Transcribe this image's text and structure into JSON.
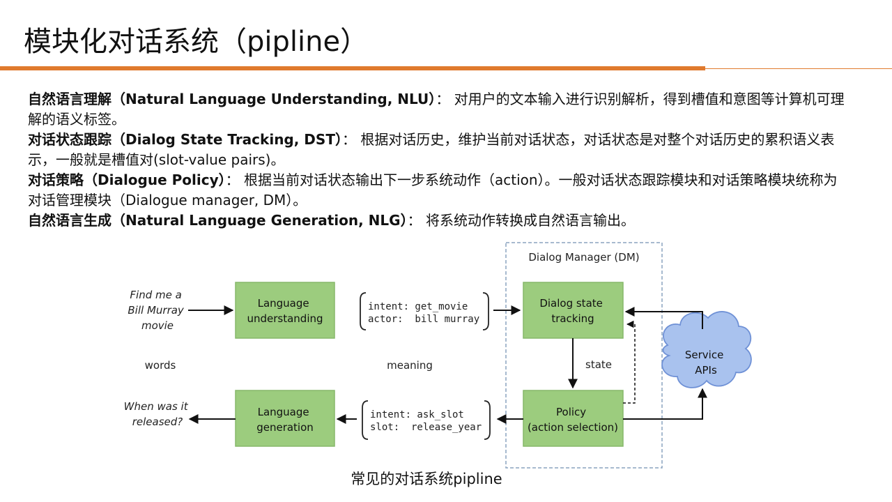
{
  "title": "模块化对话系统（pipline）",
  "colors": {
    "accent": "#e07a2e",
    "box_fill": "#9ccc7e",
    "box_stroke": "#86b86a",
    "cloud_fill": "#a9c2ee",
    "cloud_stroke": "#6f91d6",
    "dm_border": "#8aa3bf",
    "arrow": "#111111"
  },
  "items": [
    {
      "term": "自然语言理解（Natural Language Understanding, NLU）",
      "sep": "： ",
      "desc": "对用户的文本输入进行识别解析，得到槽值和意图等计算机可理解的语义标签。"
    },
    {
      "term": "对话状态跟踪（Dialog State Tracking, DST）",
      "sep": "： ",
      "desc": "根据对话历史，维护当前对话状态，对话状态是对整个对话历史的累积语义表示，一般就是槽值对(slot-value pairs)。"
    },
    {
      "term": "对话策略（Dialogue Policy）",
      "sep": "： ",
      "desc": "根据当前对话状态输出下一步系统动作（action）。一般对话状态跟踪模块和对话策略模块统称为对话管理模块（Dialogue manager, DM）。"
    },
    {
      "term": "自然语言生成（Natural Language Generation, NLG）",
      "sep": "： ",
      "desc": "将系统动作转换成自然语言输出。"
    }
  ],
  "diagram": {
    "dm_label": "Dialog Manager (DM)",
    "input_utterance": [
      "Find me a",
      "Bill Murray",
      "movie"
    ],
    "output_utterance": [
      "When was it",
      "released?"
    ],
    "words_label": "words",
    "meaning_label": "meaning",
    "state_label": "state",
    "boxes": {
      "lu": [
        "Language",
        "understanding"
      ],
      "lg": [
        "Language",
        "generation"
      ],
      "dst": [
        "Dialog state",
        "tracking"
      ],
      "policy": [
        "Policy",
        "(action selection)"
      ]
    },
    "frame_in": [
      "intent: get_movie",
      "actor:  bill murray"
    ],
    "frame_out": [
      "intent: ask_slot",
      "slot:  release_year"
    ],
    "cloud_label": [
      "Service",
      "APIs"
    ]
  },
  "caption": "常见的对话系统pipline"
}
